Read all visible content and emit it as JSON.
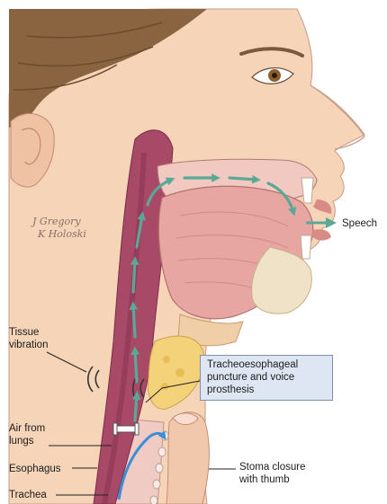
{
  "labels": {
    "speech": "Speech",
    "tissue_vibration": "Tissue\nvibration",
    "prosthesis": "Tracheoesophageal\npuncture and voice\nprosthesis",
    "air_from_lungs": "Air from\nlungs",
    "esophagus": "Esophagus",
    "trachea": "Trachea",
    "stoma_closure": "Stoma closure\nwith thumb"
  },
  "signature": {
    "line1": "J Gregory",
    "line2": "K Holoski"
  },
  "colors": {
    "skin": "#f5d4b8",
    "hair": "#8a6440",
    "muscle": "#e8a6a3",
    "esophagus": "#a84a67",
    "airflow": "#5aa896",
    "inhale": "#3b8fd8",
    "callout_bg": "#dfe6f3"
  }
}
